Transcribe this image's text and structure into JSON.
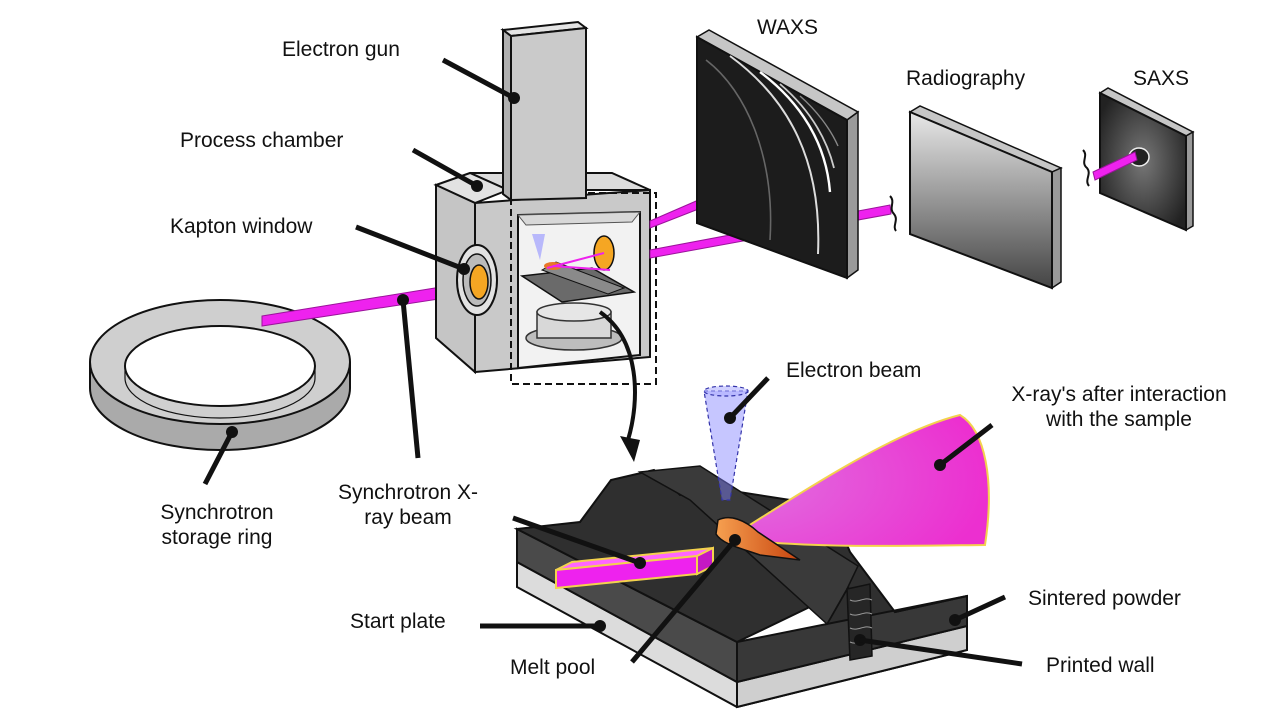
{
  "labels": {
    "electron_gun": "Electron gun",
    "process_chamber": "Process chamber",
    "kapton_window": "Kapton window",
    "waxs": "WAXS",
    "radiography": "Radiography",
    "saxs": "SAXS",
    "electron_beam": "Electron beam",
    "xray_after_line1": "X-ray's after interaction",
    "xray_after_line2": "with the sample",
    "storage_ring_line1": "Synchrotron",
    "storage_ring_line2": "storage ring",
    "xray_beam_line1": "Synchrotron X-",
    "xray_beam_line2": "ray beam",
    "start_plate": "Start plate",
    "melt_pool": "Melt pool",
    "sintered_powder": "Sintered powder",
    "printed_wall": "Printed wall"
  },
  "colors": {
    "xray": "#ee22ee",
    "chamber": "#c9c9c9",
    "powder": "#3b3b3b",
    "melt_pool": "#e8762a",
    "electron_beam": "#8080ff",
    "detector": "#1a1a1a"
  }
}
